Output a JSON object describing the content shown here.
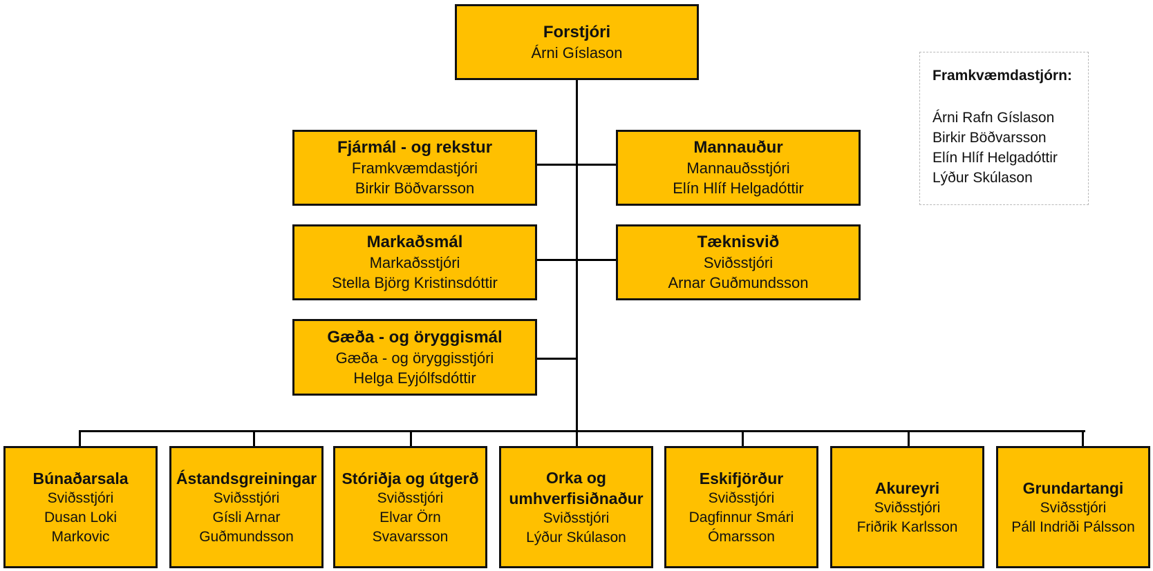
{
  "ceo": {
    "title": "Forstjóri",
    "name": "Árni Gíslason"
  },
  "departments": {
    "finance": {
      "title": "Fjármál - og rekstur",
      "role": "Framkvæmdastjóri",
      "name": "Birkir Böðvarsson"
    },
    "hr": {
      "title": "Mannauður",
      "role": "Mannauðsstjóri",
      "name": "Elín Hlíf Helgadóttir"
    },
    "marketing": {
      "title": "Markaðsmál",
      "role": "Markaðsstjóri",
      "name": "Stella Björg Kristinsdóttir"
    },
    "tech": {
      "title": "Tæknisvið",
      "role": "Sviðsstjóri",
      "name": "Arnar Guðmundsson"
    },
    "quality": {
      "title": "Gæða - og öryggismál",
      "role": "Gæða - og öryggisstjóri",
      "name": "Helga Eyjólfsdóttir"
    }
  },
  "divisions": [
    {
      "title": "Búnaðarsala",
      "role": "Sviðsstjóri",
      "name_l1": "Dusan Loki",
      "name_l2": "Markovic"
    },
    {
      "title": "Ástandsgreiningar",
      "role": "Sviðsstjóri",
      "name_l1": "Gísli Arnar",
      "name_l2": "Guðmundsson"
    },
    {
      "title": "Stóriðja og útgerð",
      "role": "Sviðsstjóri",
      "name_l1": "Elvar Örn",
      "name_l2": "Svavarsson"
    },
    {
      "title_l1": "Orka og",
      "title_l2": "umhverfisiðnaður",
      "role": "Sviðsstjóri",
      "name": "Lýður Skúlason"
    },
    {
      "title": "Eskifjörður",
      "role": "Sviðsstjóri",
      "name_l1": "Dagfinnur Smári",
      "name_l2": "Ómarsson"
    },
    {
      "title": "Akureyri",
      "role": "Sviðsstjóri",
      "name": "Friðrik Karlsson"
    },
    {
      "title": "Grundartangi",
      "role": "Sviðsstjóri",
      "name": "Páll Indriði Pálsson"
    }
  ],
  "executive_board": {
    "title": "Framkvæmdastjórn:",
    "members": [
      "Árni Rafn Gíslason",
      "Birkir Böðvarsson",
      "Elín Hlíf Helgadóttir",
      "Lýður Skúlason"
    ]
  },
  "colors": {
    "box_fill": "#FFC000",
    "box_border": "#111111",
    "connector": "#000000"
  }
}
